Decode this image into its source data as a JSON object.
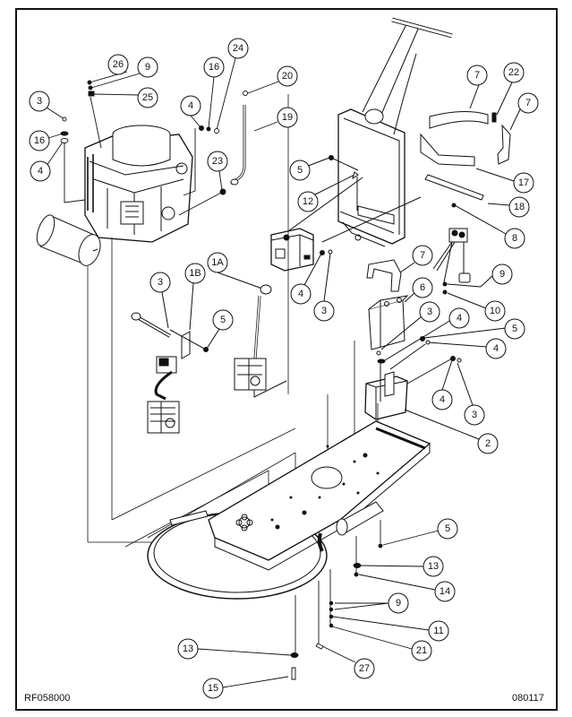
{
  "diagram": {
    "type": "exploded-parts-diagram",
    "subject": "Propane floor machine assembly (engine, handle frame, battery, regulator, deck)",
    "drawing_number": "RF058000",
    "date_code": "080117",
    "callouts": [
      {
        "id": "c26",
        "label": "26",
        "part": "engine-top"
      },
      {
        "id": "c9a",
        "label": "9",
        "part": "engine-top"
      },
      {
        "id": "c25",
        "label": "25",
        "part": "engine-top"
      },
      {
        "id": "c3a",
        "label": "3",
        "part": "engine-left"
      },
      {
        "id": "c16a",
        "label": "16",
        "part": "engine-left"
      },
      {
        "id": "c4a",
        "label": "4",
        "part": "engine-left"
      },
      {
        "id": "c4b",
        "label": "4",
        "part": "engine-right"
      },
      {
        "id": "c16b",
        "label": "16",
        "part": "engine-right"
      },
      {
        "id": "c24",
        "label": "24",
        "part": "engine-right"
      },
      {
        "id": "c20",
        "label": "20",
        "part": "fuel-line"
      },
      {
        "id": "c19",
        "label": "19",
        "part": "fuel-line"
      },
      {
        "id": "c23",
        "label": "23",
        "part": "fuel-line"
      },
      {
        "id": "c5a",
        "label": "5",
        "part": "handle-frame"
      },
      {
        "id": "c12",
        "label": "12",
        "part": "handle-frame"
      },
      {
        "id": "c7a",
        "label": "7",
        "part": "tank-strap"
      },
      {
        "id": "c22",
        "label": "22",
        "part": "tank-strap"
      },
      {
        "id": "c7b",
        "label": "7",
        "part": "tank-strap"
      },
      {
        "id": "c17",
        "label": "17",
        "part": "tank-strap"
      },
      {
        "id": "c18",
        "label": "18",
        "part": "tank-pad"
      },
      {
        "id": "c8",
        "label": "8",
        "part": "switch"
      },
      {
        "id": "c4c",
        "label": "4",
        "part": "control-box"
      },
      {
        "id": "c3b",
        "label": "3",
        "part": "control-box"
      },
      {
        "id": "c7c",
        "label": "7",
        "part": "battery-strap"
      },
      {
        "id": "c6",
        "label": "6",
        "part": "battery"
      },
      {
        "id": "c9b",
        "label": "9",
        "part": "switch"
      },
      {
        "id": "c10",
        "label": "10",
        "part": "switch"
      },
      {
        "id": "c3c",
        "label": "3",
        "part": "battery-box"
      },
      {
        "id": "c4d",
        "label": "4",
        "part": "battery-box"
      },
      {
        "id": "c5b",
        "label": "5",
        "part": "battery-box"
      },
      {
        "id": "c4e",
        "label": "4",
        "part": "battery-box"
      },
      {
        "id": "c4f",
        "label": "4",
        "part": "battery-box"
      },
      {
        "id": "c3d",
        "label": "3",
        "part": "battery-box"
      },
      {
        "id": "c2",
        "label": "2",
        "part": "battery-box"
      },
      {
        "id": "c3e",
        "label": "3",
        "part": "regulator"
      },
      {
        "id": "c1B",
        "label": "1B",
        "part": "regulator"
      },
      {
        "id": "c1A",
        "label": "1A",
        "part": "regulator"
      },
      {
        "id": "c5c",
        "label": "5",
        "part": "regulator"
      },
      {
        "id": "c5d",
        "label": "5",
        "part": "deck"
      },
      {
        "id": "c13a",
        "label": "13",
        "part": "deck"
      },
      {
        "id": "c14",
        "label": "14",
        "part": "deck"
      },
      {
        "id": "c9c",
        "label": "9",
        "part": "deck"
      },
      {
        "id": "c11",
        "label": "11",
        "part": "deck"
      },
      {
        "id": "c21",
        "label": "21",
        "part": "deck"
      },
      {
        "id": "c27",
        "label": "27",
        "part": "deck"
      },
      {
        "id": "c13b",
        "label": "13",
        "part": "deck"
      },
      {
        "id": "c15",
        "label": "15",
        "part": "deck"
      }
    ]
  }
}
